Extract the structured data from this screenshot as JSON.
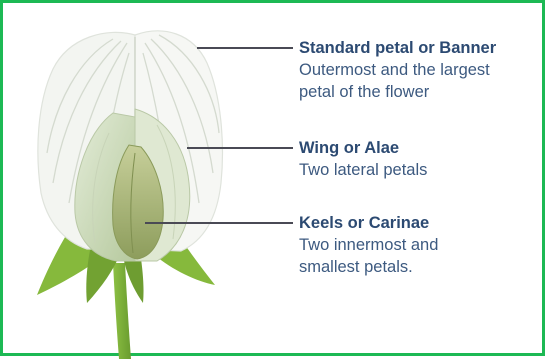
{
  "labels": {
    "standard": {
      "title": "Standard petal or Banner",
      "desc_line1": "Outermost and the largest",
      "desc_line2": "petal of the flower"
    },
    "wing": {
      "title": "Wing or Alae",
      "desc_line1": "Two lateral petals"
    },
    "keel": {
      "title": "Keels or Carinae",
      "desc_line1": "Two innermost and",
      "desc_line2": "smallest petals."
    }
  },
  "colors": {
    "border": "#1db954",
    "label_text": "#2c4a72",
    "pointer_line": "#4a4a55",
    "petal_white": "#f4f6f2",
    "petal_vein": "#d3d9cf",
    "wing_green": "#c9d8b4",
    "keel_green": "#9fb07a",
    "stem_green": "#7fb23a"
  }
}
